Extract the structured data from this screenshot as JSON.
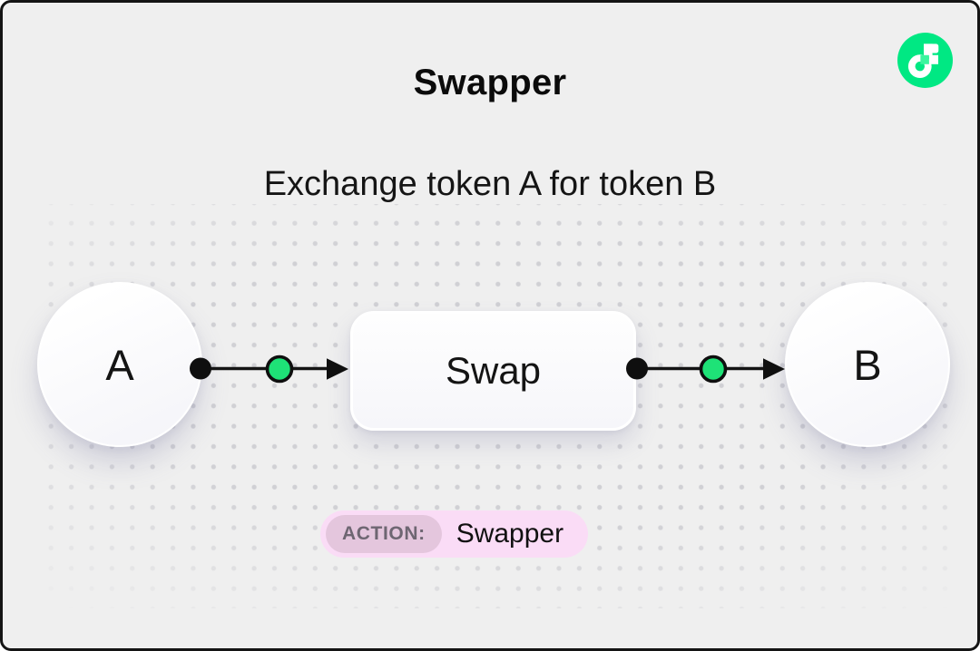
{
  "header": {
    "title": "Swapper",
    "subtitle": "Exchange token A for token B"
  },
  "brand": {
    "logo_icon": "flow-logo-icon",
    "logo_bg_color": "#00e883",
    "logo_glyph_color": "#ffffff",
    "logo_notch_color": "#3bf59e"
  },
  "diagram": {
    "node_a_label": "A",
    "process_label": "Swap",
    "node_b_label": "B",
    "flow_order": [
      "A",
      "Swap",
      "B"
    ],
    "connector": {
      "line_color": "#141414",
      "handle_color": "#1ee277",
      "start_dot_color": "#0f0f0f"
    }
  },
  "action": {
    "label": "ACTION:",
    "value": "Swapper",
    "badge_bg": "#fadcf6",
    "label_bg": "#e4c6dd",
    "label_color": "#6e6672"
  },
  "colors": {
    "card_background": "#efefef",
    "card_border": "#141414",
    "dot_grid": "#d0d0d4",
    "node_fill": "#fcfcfe",
    "text": "#0b0b0b"
  }
}
